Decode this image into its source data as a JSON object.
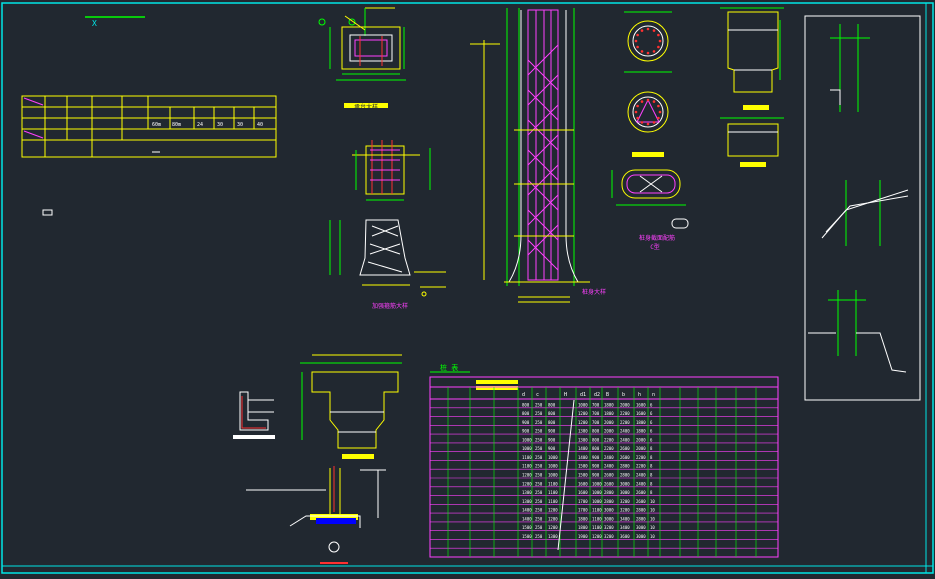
{
  "colors": {
    "background": "#212830",
    "frame": "#00e5e5",
    "yellow": "#ffff00",
    "green": "#00ff00",
    "magenta": "#ff40ff",
    "white": "#ffffff",
    "red": "#ff3030",
    "blue": "#0000ff"
  },
  "legend": {
    "axis_label": "X"
  },
  "summary_table": {
    "size_headers": [
      "60m",
      "80m",
      "24",
      "30",
      "30",
      "40"
    ]
  },
  "labels": {
    "cap_detail": "承台大样",
    "spiral_detail": "加强箍筋大样",
    "pile_detail": "桩身大样",
    "section_title": "桩身截面配筋",
    "section_sub": "C型",
    "schedule_title": "桩 表"
  },
  "schedule": {
    "header_cols": [
      "d",
      "c",
      "H",
      "d1",
      "d2",
      "B",
      "b",
      "h",
      "n"
    ],
    "rows": [
      [
        "800",
        "250",
        "800",
        "1000",
        "700",
        "1800",
        "2000",
        "1600",
        "6"
      ],
      [
        "800",
        "250",
        "800",
        "1200",
        "700",
        "1800",
        "2200",
        "1600",
        "6"
      ],
      [
        "900",
        "250",
        "800",
        "1200",
        "700",
        "2000",
        "2200",
        "1800",
        "6"
      ],
      [
        "900",
        "250",
        "900",
        "1300",
        "800",
        "2000",
        "2400",
        "1800",
        "6"
      ],
      [
        "1000",
        "250",
        "900",
        "1300",
        "800",
        "2200",
        "2400",
        "2000",
        "6"
      ],
      [
        "1000",
        "250",
        "900",
        "1400",
        "800",
        "2200",
        "2600",
        "2000",
        "8"
      ],
      [
        "1100",
        "250",
        "1000",
        "1400",
        "900",
        "2400",
        "2600",
        "2200",
        "8"
      ],
      [
        "1100",
        "250",
        "1000",
        "1500",
        "900",
        "2400",
        "2800",
        "2200",
        "8"
      ],
      [
        "1200",
        "250",
        "1000",
        "1500",
        "900",
        "2600",
        "2800",
        "2400",
        "8"
      ],
      [
        "1200",
        "250",
        "1100",
        "1600",
        "1000",
        "2600",
        "3000",
        "2400",
        "8"
      ],
      [
        "1300",
        "250",
        "1100",
        "1600",
        "1000",
        "2800",
        "3000",
        "2600",
        "8"
      ],
      [
        "1300",
        "250",
        "1100",
        "1700",
        "1000",
        "2800",
        "3200",
        "2600",
        "10"
      ],
      [
        "1400",
        "250",
        "1200",
        "1700",
        "1100",
        "3000",
        "3200",
        "2800",
        "10"
      ],
      [
        "1400",
        "250",
        "1200",
        "1800",
        "1100",
        "3000",
        "3400",
        "2800",
        "10"
      ],
      [
        "1500",
        "250",
        "1200",
        "1800",
        "1100",
        "3200",
        "3400",
        "3000",
        "10"
      ],
      [
        "1500",
        "250",
        "1300",
        "1900",
        "1200",
        "3200",
        "3600",
        "3000",
        "10"
      ]
    ]
  }
}
